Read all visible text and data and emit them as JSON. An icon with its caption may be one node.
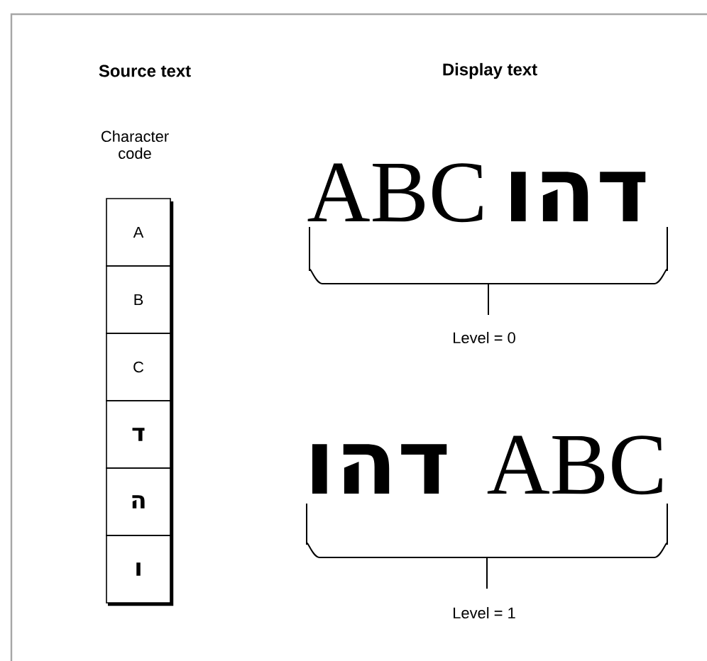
{
  "diagram": {
    "nodes": [
      {
        "text": [
          "A"
        ]
      },
      {
        "text": [
          "B"
        ]
      },
      {
        "text": [
          "C"
        ]
      },
      {
        "text": [
          "ד"
        ]
      },
      {
        "text": [
          "ה"
        ]
      },
      {
        "text": [
          "ו"
        ]
      }
    ],
    "labels": [
      "Source text",
      "Display text",
      "Character code",
      "ABC",
      "והד",
      "Level = 0",
      "והד",
      "ABC",
      "Level = 1"
    ]
  }
}
